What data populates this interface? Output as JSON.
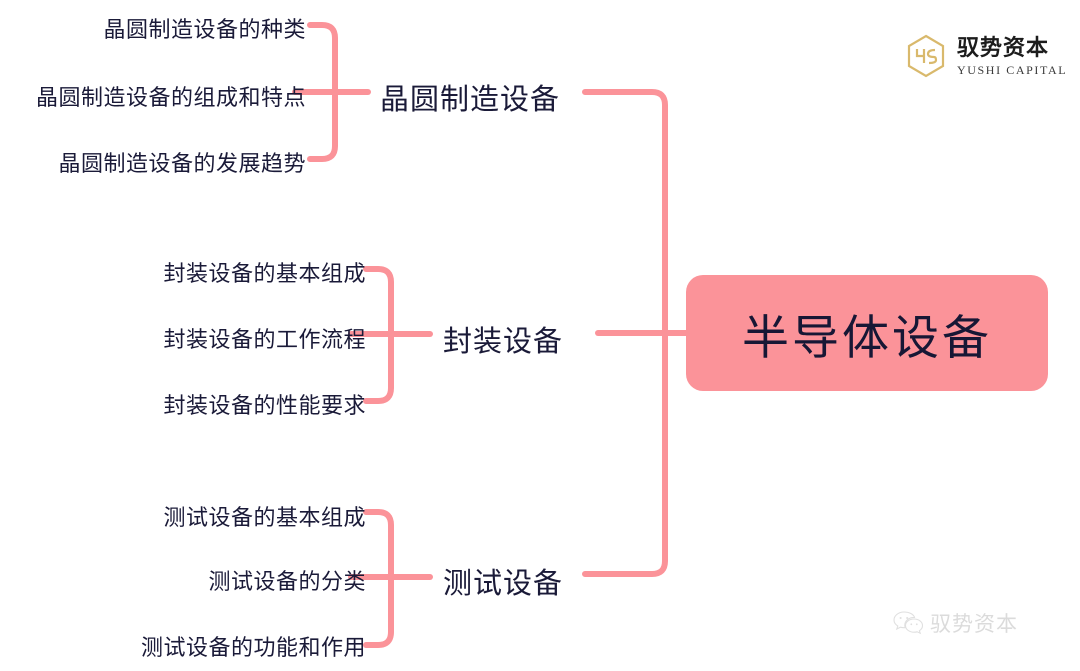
{
  "theme": {
    "background": "#ffffff",
    "connector_color": "#FB9399",
    "root_fill": "#FB9399",
    "text_color": "#1a1a38",
    "logo_gold": "#D9B96C"
  },
  "root": {
    "label": "半导体设备"
  },
  "branches": [
    {
      "label": "晶圆制造设备",
      "children": [
        "晶圆制造设备的种类",
        "晶圆制造设备的组成和特点",
        "晶圆制造设备的发展趋势"
      ]
    },
    {
      "label": "封装设备",
      "children": [
        "封装设备的基本组成",
        "封装设备的工作流程",
        "封装设备的性能要求"
      ]
    },
    {
      "label": "测试设备",
      "children": [
        "测试设备的基本组成",
        "测试设备的分类",
        "测试设备的功能和作用"
      ]
    }
  ],
  "brand": {
    "mark": "hexagon-ys-monogram-icon",
    "name_cn": "驭势资本",
    "name_en": "YUSHI  CAPITAL"
  },
  "watermark": {
    "icon": "wechat-icon",
    "text": "驭势资本"
  }
}
